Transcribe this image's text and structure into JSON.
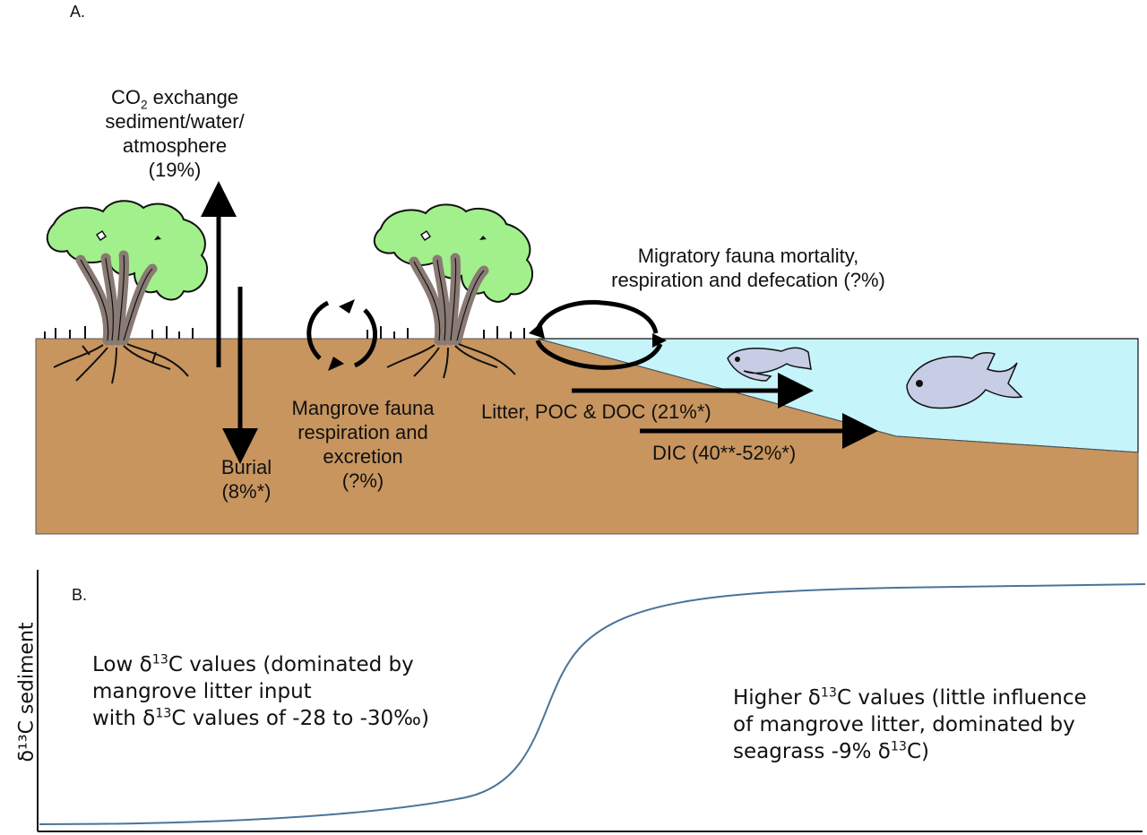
{
  "panel_a": {
    "letter": "A.",
    "co2": {
      "prefix": "CO",
      "sub": "2",
      "suffix": " exchange",
      "line2": "sediment/water/",
      "line3": "atmosphere",
      "line4": "(19%)"
    },
    "burial": {
      "line1": "Burial",
      "line2": "(8%*)"
    },
    "mangrove_fauna": {
      "line1": "Mangrove fauna",
      "line2": "respiration and",
      "line3": "excretion",
      "line4": "(?%)"
    },
    "migratory": {
      "line1": "Migratory fauna mortality,",
      "line2": "respiration and defecation (?%)"
    },
    "litter": "Litter, POC & DOC (21%*)",
    "dic": "DIC (40**-52%*)",
    "colors": {
      "sediment": "#c8955f",
      "water": "#c6f4fb",
      "canopy": "#a2f08c",
      "trunk": "#8a7a74",
      "fish": "#c8cde6"
    }
  },
  "panel_b": {
    "letter": "B.",
    "y_axis_label": "δ¹³C sediment",
    "left_text": {
      "l1a": "Low δ",
      "l1sup": "13",
      "l1b": "C values (dominated by",
      "l2": "mangrove litter input",
      "l3a": "with δ",
      "l3sup": "13",
      "l3b": "C values of -28 to -30‰)"
    },
    "right_text": {
      "l1a": "Higher δ",
      "l1sup": "13",
      "l1b": "C values (little influence",
      "l2": "of mangrove litter, dominated by",
      "l3a": "seagrass -9% δ",
      "l3sup": "13",
      "l3b": "C)"
    },
    "curve_color": "#4a7499"
  }
}
